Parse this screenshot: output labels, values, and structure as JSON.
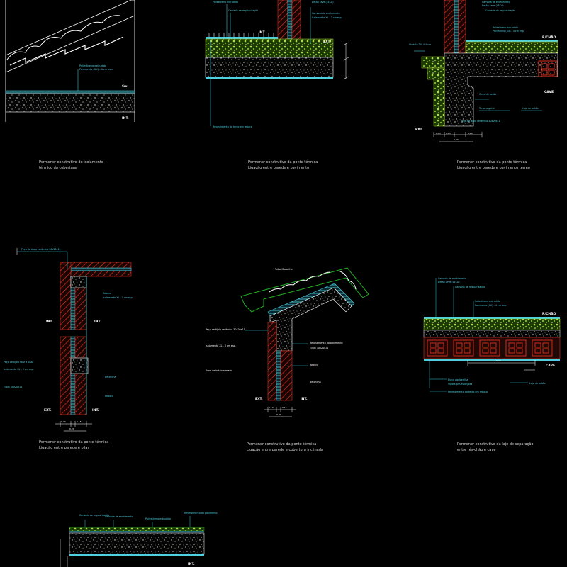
{
  "captions": {
    "d1": {
      "line1": "Pormenor construtivo do isolamento",
      "line2": "térmico da cobertura"
    },
    "d2": {
      "line1": "Pormenor construtivo da ponte térmica",
      "line2": "Ligação entre parede e pavimento"
    },
    "d3": {
      "line1": "Pormenor construtivo da ponte térmica",
      "line2": "Ligação entre parede e pavimento térreo"
    },
    "d4": {
      "line1": "Pormenor construtivo da ponte térmica",
      "line2": "Ligação entre parede e pilar"
    },
    "d5": {
      "line1": "Pormenor construtivo da ponte térmica",
      "line2": "Ligação entre parede e cobertura inclinada"
    },
    "d6": {
      "line1": "Pormenor construtivo da laje de separação",
      "line2": "entre rés-chão e cave"
    }
  },
  "tags": {
    "int": "INT.",
    "ext": "EXT.",
    "cave": "CAVE",
    "rc": "R/CHÃO",
    "crx": "Crx"
  },
  "notes": {
    "poliestireno": "Poliestireno extrudido",
    "pav40": "Pavimento (XX) - 4 cm esp.",
    "regularizacao": "Camada de regularização",
    "betaoLeve": "Betão Leve (LECA)",
    "enchimento": "Camada de enchimento",
    "isolamento30": "Isolamento XL - 3 cm esp.",
    "revestimentoTecto": "Revestimento do tecto em reboco",
    "viaduto": "Viaduto DN 4-4 cm",
    "cintaBetao": "Cinta de betão",
    "terraVegetal": "Terra vegetal",
    "laje": "Laje de betão",
    "pecaTijolo": "Peça de tijolo cerâmico 30x20x11",
    "tijoloFace": "Peça de tijolo face à vista",
    "tijoloFurado": "Tijolo 30x20x11",
    "vigota": "Vigota pré-esforçada",
    "blocoAbobadilha": "Bloco abobadilha",
    "telhaMarselha": "Telha Marselha",
    "betonilha": "Betonilha",
    "reboco": "Reboco",
    "isolamentoCobertura": "Isolamento XL - 3 cm esp.",
    "asna": "Asna de betão armado",
    "revestimentoPiso": "Revestimento do pavimento"
  },
  "dims": {
    "a": "0,30",
    "b": "0,15",
    "c": "0,20",
    "d": "0,05",
    "e": "0,10",
    "f": "0,40",
    "g": "1,00"
  },
  "colors": {
    "background": "#000000",
    "brickRed": "#e03020",
    "insulationCyan": "#4fd0e0",
    "grassGreen": "#a8d830",
    "concreteSpeckle": "#e0e0e0",
    "leaderCyan": "#35c8d8",
    "roofGreen": "#22aa22",
    "labelWhite": "#f0f0f0"
  }
}
